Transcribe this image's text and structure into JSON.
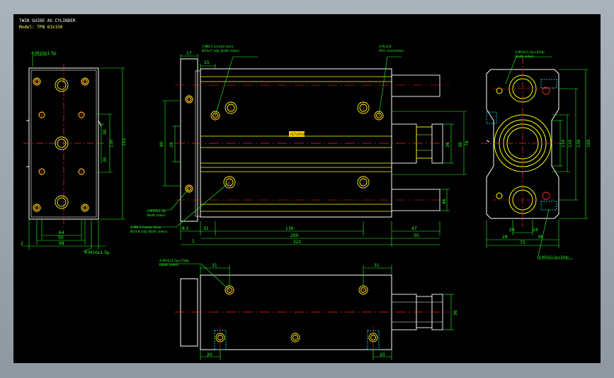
{
  "title": {
    "name": "TWIN GUIDE AS CYLINDER",
    "model": "Model: TPB 63x150"
  },
  "colors": {
    "background": "#000000",
    "outline": "#ffffff",
    "dimension": "#22ff22",
    "centerline": "#ff2020",
    "hole": "#ffff00",
    "hidden": "#00ffff",
    "badge": "#ffd000"
  },
  "left_view": {
    "callout_top": "4-M10x1.5p",
    "callout_bottom": "4-M10x1.5p",
    "dims": {
      "d30a": "30",
      "d30b": "30",
      "d130": "130",
      "d152": "152",
      "d64": "64",
      "d50": "50",
      "d68": "68",
      "d2": "2"
    }
  },
  "front_view": {
    "callout_bore": "3-Ø8.5 (cantor bore",
    "callout_bore2": "Ø14x7 5dp (both sides)",
    "callout_port": "2-Rc1/4",
    "callout_port2": "Port connection",
    "callout_tap": "2-M10x1.5p",
    "callout_tap2": "(Both sides)",
    "callout_bore_b": "2-Ø8.5 Cantor bore",
    "callout_bore_b2": "Ø14.8 5dp (Both sides)",
    "badge": "ACTUATOR",
    "dims": {
      "d17": "17",
      "d15": "15",
      "d80": "80",
      "d28": "28",
      "d8_5": "8.5",
      "d31": "31",
      "d136": "136",
      "d47": "47",
      "d200": "200",
      "d50": "50",
      "d1": "1",
      "d221": "221",
      "d38": "38",
      "d76": "76",
      "d36": "36",
      "d46": "46"
    }
  },
  "right_view": {
    "callout_top": "4-M10x1.5p×20dp",
    "callout_top2": "(Both sides)",
    "callout_bottom": "4-M10x1.5p×10dp",
    "dims": {
      "d24a": "24",
      "d24b": "24",
      "d28": "28",
      "d36": "36",
      "d75": "75",
      "d110": "110",
      "d120": "120",
      "d130": "130",
      "d160": "160"
    }
  },
  "bottom_view": {
    "callout": "4-M10x1.5p×15dp",
    "callout2": "(Both sides)",
    "dims": {
      "d31a": "31",
      "d31b": "31",
      "d20a": "20",
      "d20b": "20",
      "d36": "36"
    }
  }
}
